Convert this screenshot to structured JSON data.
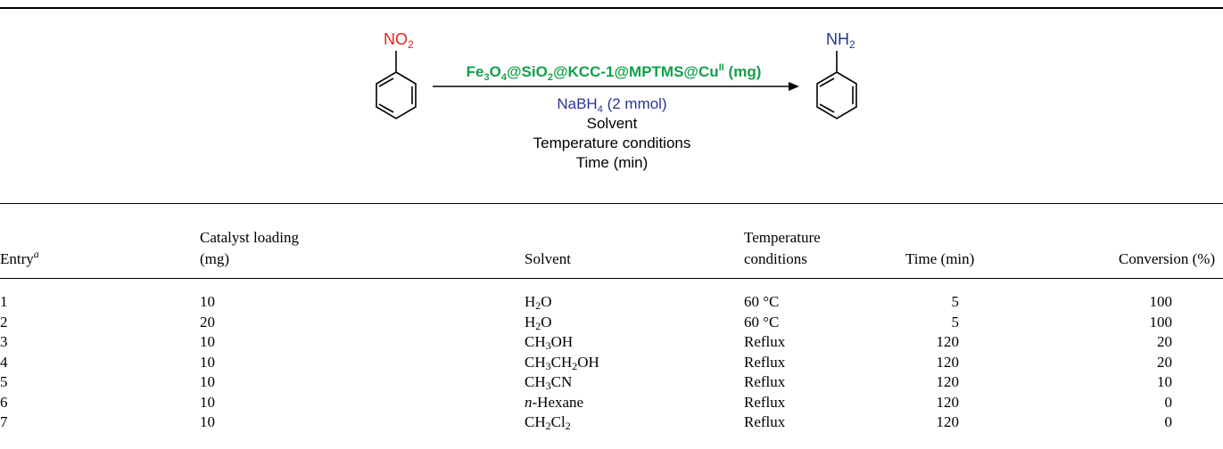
{
  "scheme": {
    "reactant_group": "NO",
    "reactant_group_sub": "2",
    "product_group": "NH",
    "product_group_sub": "2",
    "catalyst": {
      "p1": "Fe",
      "s1": "3",
      "p2": "O",
      "s2": "4",
      "p3": "@SiO",
      "s3": "2",
      "p4": "@KCC-1@MPTMS@Cu",
      "sup": "II",
      "p5": " (mg)"
    },
    "reagent": {
      "p1": "NaBH",
      "s1": "4",
      "p2": " (2 mmol)"
    },
    "condition_1": "Solvent",
    "condition_2": "Temperature conditions",
    "condition_3": "Time (min)",
    "colors": {
      "nitro": "#e8211e",
      "amine": "#2a3591",
      "catalyst": "#12a04a",
      "reagent": "#2a3591"
    }
  },
  "table": {
    "headers": {
      "entry": "Entry",
      "entry_sup": "a",
      "catalyst_1": "Catalyst loading",
      "catalyst_2": "(mg)",
      "solvent": "Solvent",
      "temperature_1": "Temperature",
      "temperature_2": "conditions",
      "time": "Time (min)",
      "conversion": "Conversion (%)"
    },
    "rows": [
      {
        "entry": "1",
        "loading": "10",
        "solvent": [
          [
            "H",
            ""
          ],
          [
            "2",
            "sub"
          ],
          [
            "O",
            ""
          ]
        ],
        "temperature": "60 °C",
        "time": "5",
        "conversion": "100"
      },
      {
        "entry": "2",
        "loading": "20",
        "solvent": [
          [
            "H",
            ""
          ],
          [
            "2",
            "sub"
          ],
          [
            "O",
            ""
          ]
        ],
        "temperature": "60 °C",
        "time": "5",
        "conversion": "100"
      },
      {
        "entry": "3",
        "loading": "10",
        "solvent": [
          [
            "CH",
            ""
          ],
          [
            "3",
            "sub"
          ],
          [
            "OH",
            ""
          ]
        ],
        "temperature": "Reflux",
        "time": "120",
        "conversion": "20"
      },
      {
        "entry": "4",
        "loading": "10",
        "solvent": [
          [
            "CH",
            ""
          ],
          [
            "3",
            "sub"
          ],
          [
            "CH",
            ""
          ],
          [
            "2",
            "sub"
          ],
          [
            "OH",
            ""
          ]
        ],
        "temperature": "Reflux",
        "time": "120",
        "conversion": "20"
      },
      {
        "entry": "5",
        "loading": "10",
        "solvent": [
          [
            "CH",
            ""
          ],
          [
            "3",
            "sub"
          ],
          [
            "CN",
            ""
          ]
        ],
        "temperature": "Reflux",
        "time": "120",
        "conversion": "10"
      },
      {
        "entry": "6",
        "loading": "10",
        "solvent": [
          [
            "n",
            "i"
          ],
          [
            "-Hexane",
            ""
          ]
        ],
        "temperature": "Reflux",
        "time": "120",
        "conversion": "0"
      },
      {
        "entry": "7",
        "loading": "10",
        "solvent": [
          [
            "CH",
            ""
          ],
          [
            "2",
            "sub"
          ],
          [
            "Cl",
            ""
          ],
          [
            "2",
            "sub"
          ]
        ],
        "temperature": "Reflux",
        "time": "120",
        "conversion": "0"
      }
    ]
  }
}
